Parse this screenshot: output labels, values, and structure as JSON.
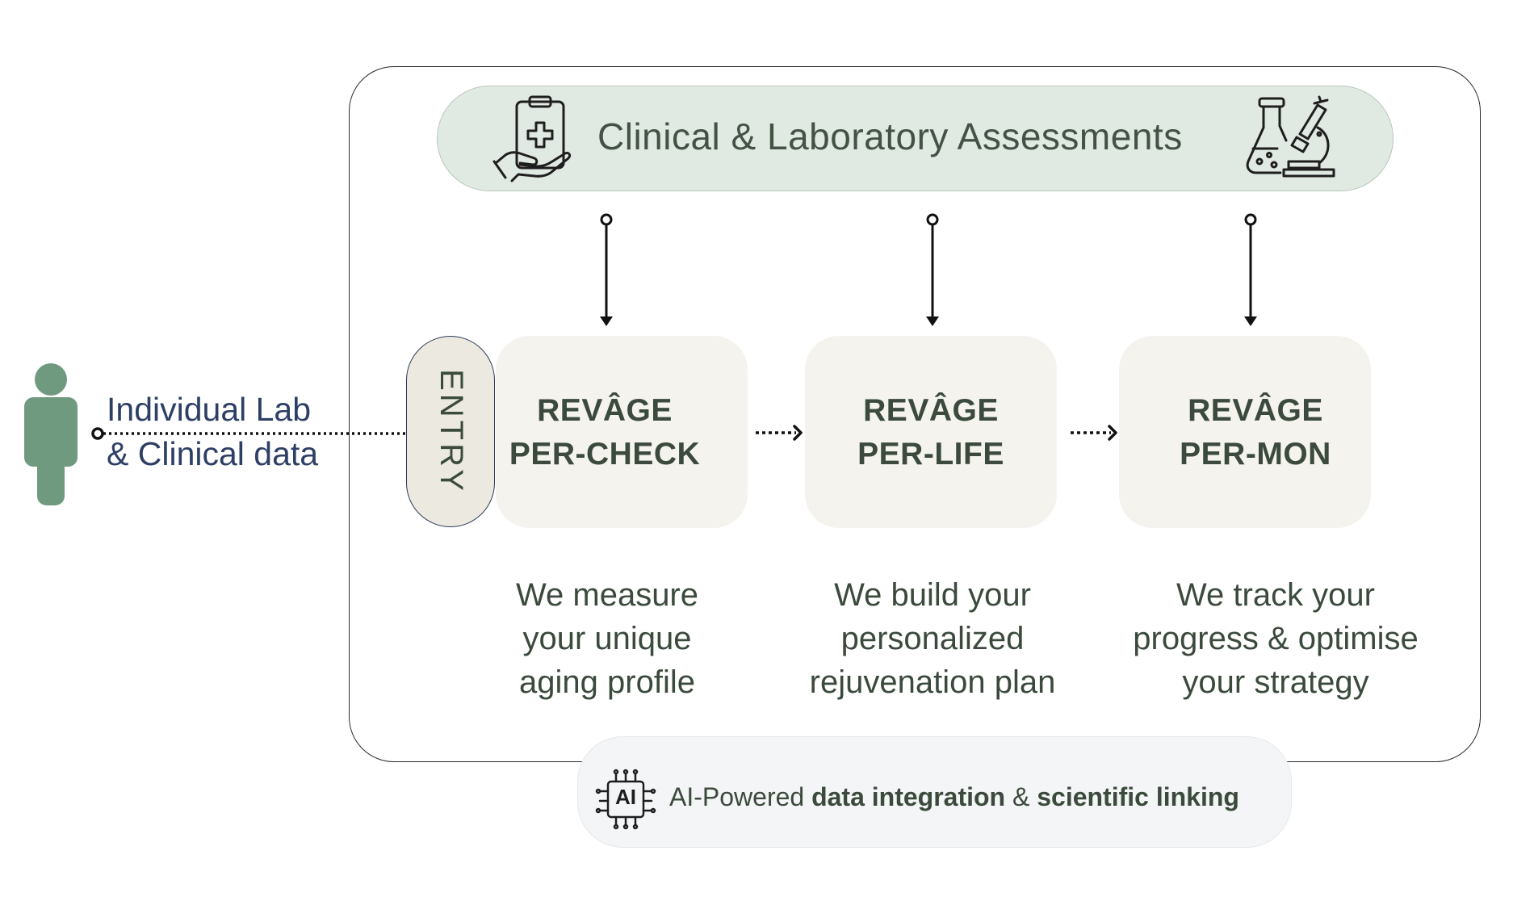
{
  "person": {
    "icon": "person-icon",
    "label_line1": "Individual Lab",
    "label_line2": "& Clinical data"
  },
  "banner": {
    "title": "Clinical & Laboratory Assessments",
    "left_icon": "clipboard-hand-icon",
    "right_icon": "lab-flask-microscope-icon"
  },
  "entry": {
    "label": "ENTRY"
  },
  "stages": [
    {
      "name_line1": "REVÂGE",
      "name_line2": "PER-CHECK",
      "desc_line1": "We measure",
      "desc_line2": "your unique",
      "desc_line3": "aging profile"
    },
    {
      "name_line1": "REVÂGE",
      "name_line2": "PER-LIFE",
      "desc_line1": "We build your",
      "desc_line2": "personalized",
      "desc_line3": "rejuvenation plan"
    },
    {
      "name_line1": "REVÂGE",
      "name_line2": "PER-MON",
      "desc_line1": "We track your",
      "desc_line2": "progress & optimise",
      "desc_line3": "your strategy"
    }
  ],
  "ai_bar": {
    "icon_label": "AI",
    "prefix": "AI-Powered ",
    "bold1": "data integration",
    "middle": " & ",
    "bold2": "scientific linking"
  },
  "colors": {
    "banner_bg": "#e1e9e3",
    "card_bg": "#f5f3ee",
    "text_dark_green": "#3b4a3c",
    "person_green": "#6f9a80",
    "label_navy": "#2e3f66"
  }
}
